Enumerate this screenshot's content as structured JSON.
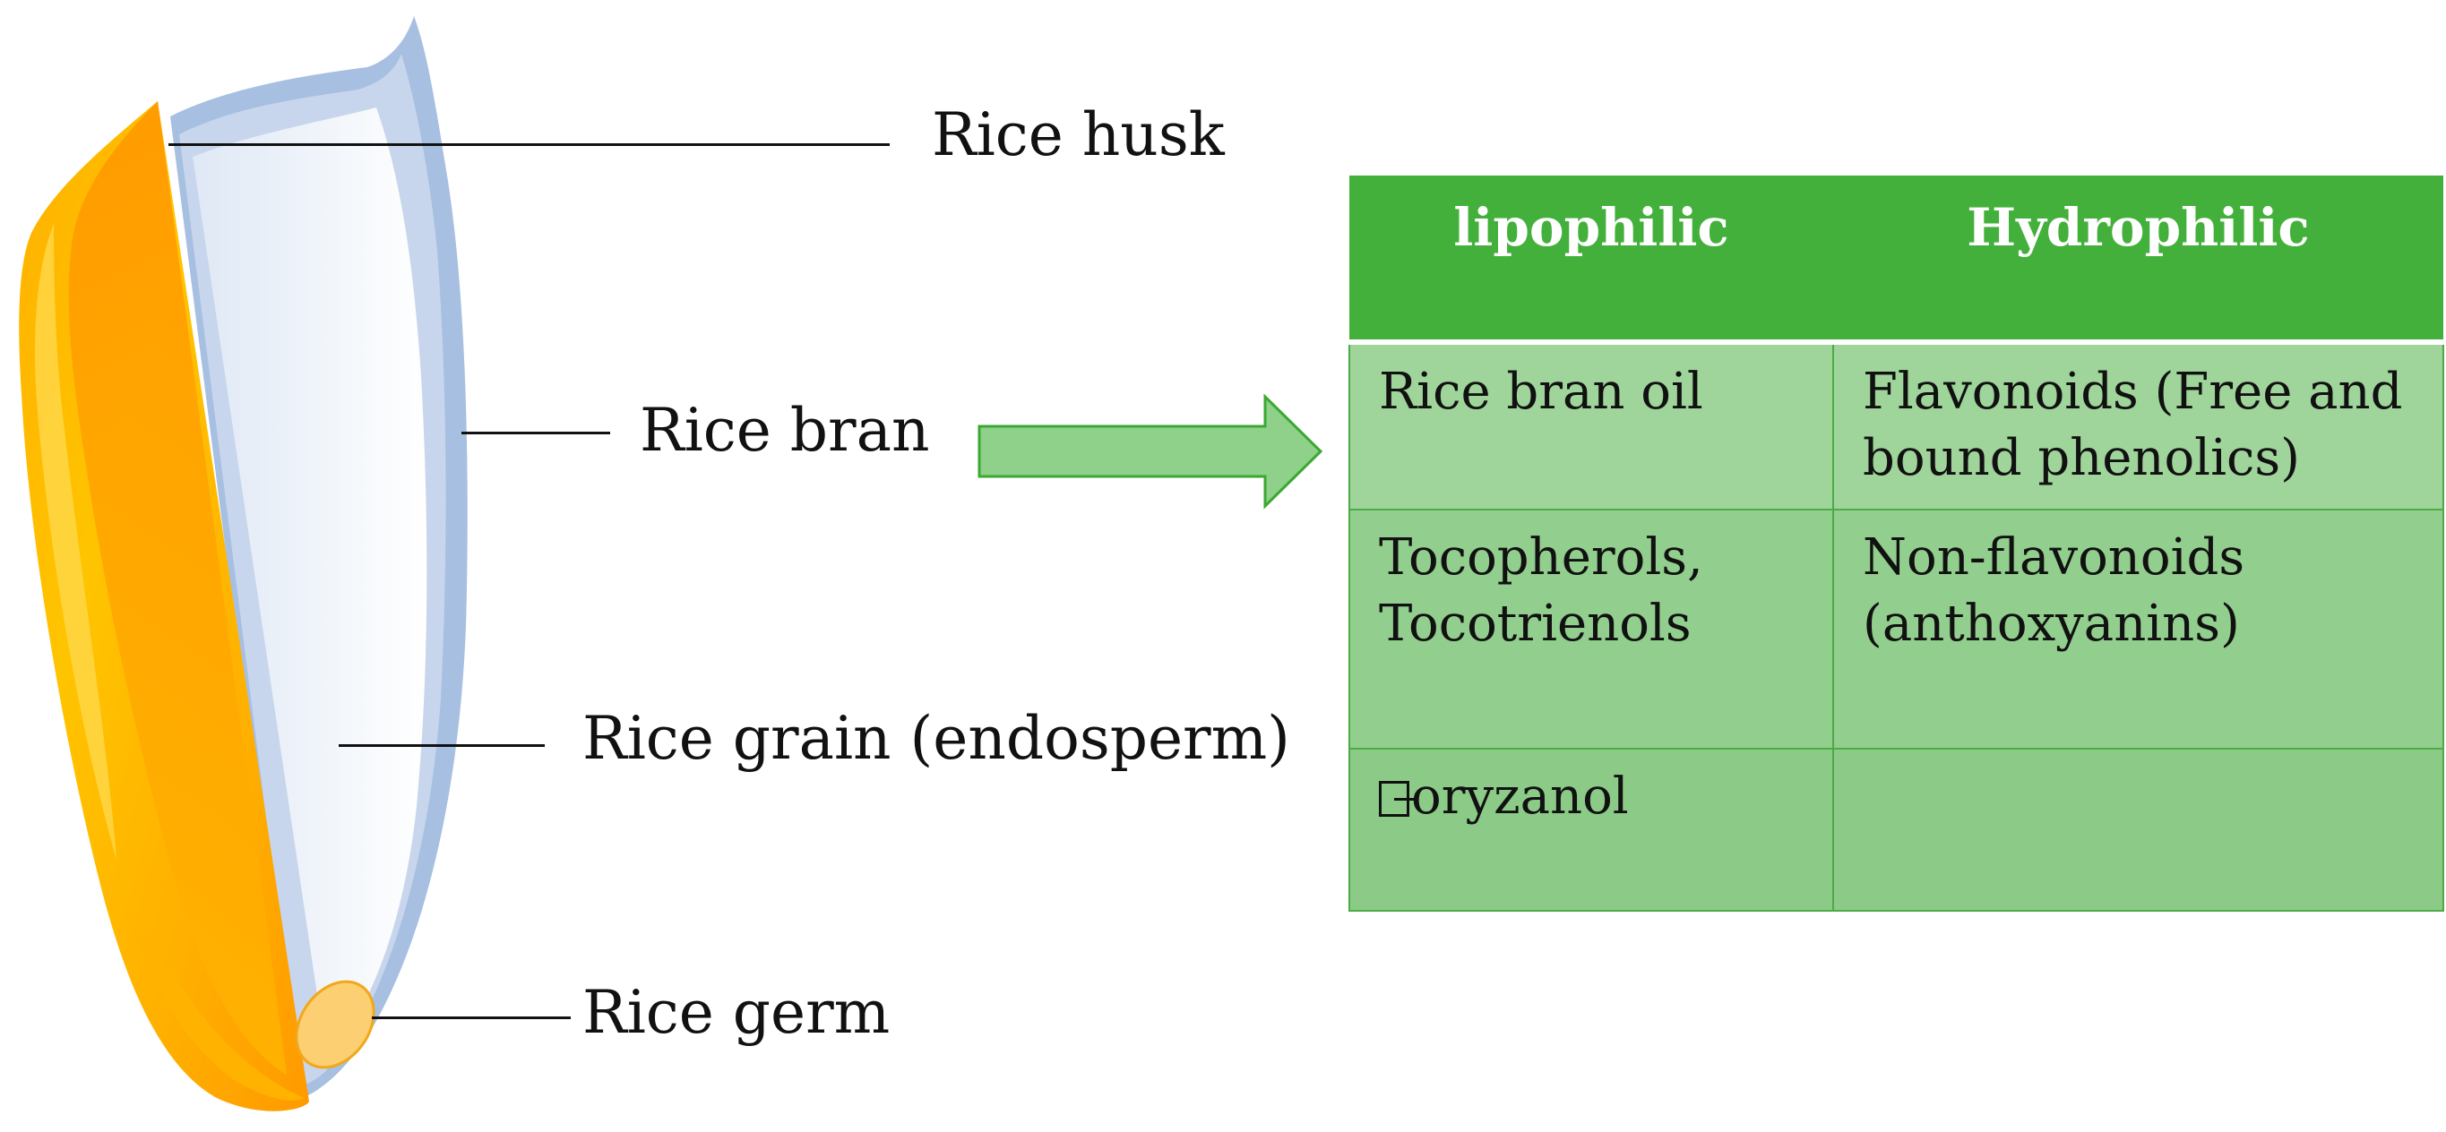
{
  "labels": {
    "husk": "Rice husk",
    "bran": "Rice bran",
    "grain": "Rice grain (endosperm)",
    "germ": "Rice germ"
  },
  "table": {
    "headers": [
      "lipophilic",
      "Hydrophilic"
    ],
    "rows": [
      [
        "Rice bran oil",
        "Flavonoids (Free and bound phenolics)"
      ],
      [
        "Tocopherols, Tocotrienols",
        "Non-flavonoids (anthoxyanins)"
      ],
      [
        "oryzanol",
        ""
      ]
    ]
  },
  "colors": {
    "header_green": "#44b03c",
    "cell_green": "#97cf92",
    "arrow_fill": "#8fd08a",
    "arrow_stroke": "#3aa832",
    "husk_orange": "#ff9f00",
    "husk_yellow": "#ffd000",
    "grain_blue": "#9db6d9"
  },
  "icons": {
    "missing_glyph": "gamma-placeholder-box"
  }
}
